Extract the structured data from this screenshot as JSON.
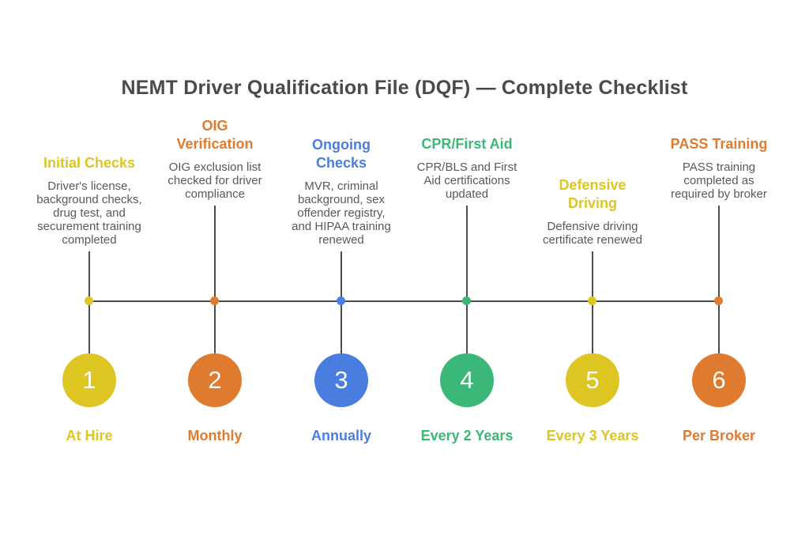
{
  "title": "NEMT Driver Qualification File (DQF) — Complete Checklist",
  "colors": {
    "yellow": "#ddc522",
    "orange": "#de7b2f",
    "blue": "#4a7de0",
    "green": "#3bb878",
    "line": "#4d4d4d",
    "text_gray": "#595959",
    "title_gray": "#4a4a4a"
  },
  "milestones": [
    {
      "number": "1",
      "title": "Initial Checks",
      "description": "Driver's license,\nbackground checks,\ndrug test, and\nsecurement training\ncompleted",
      "schedule": "At Hire",
      "color": "#ddc522"
    },
    {
      "number": "2",
      "title": "OIG\nVerification",
      "description": "OIG exclusion list\nchecked for driver\ncompliance",
      "schedule": "Monthly",
      "color": "#de7b2f"
    },
    {
      "number": "3",
      "title": "Ongoing\nChecks",
      "description": "MVR, criminal\nbackground, sex\noffender registry,\nand HIPAA training\nrenewed",
      "schedule": "Annually",
      "color": "#4a7de0"
    },
    {
      "number": "4",
      "title": "CPR/First Aid",
      "description": "CPR/BLS and First\nAid certifications\nupdated",
      "schedule": "Every 2 Years",
      "color": "#3bb878"
    },
    {
      "number": "5",
      "title": "Defensive\nDriving",
      "description": "Defensive driving\ncertificate renewed",
      "schedule": "Every 3 Years",
      "color": "#ddc522"
    },
    {
      "number": "6",
      "title": "PASS Training",
      "description": "PASS training\ncompleted as\nrequired by broker",
      "schedule": "Per Broker",
      "color": "#de7b2f"
    }
  ]
}
